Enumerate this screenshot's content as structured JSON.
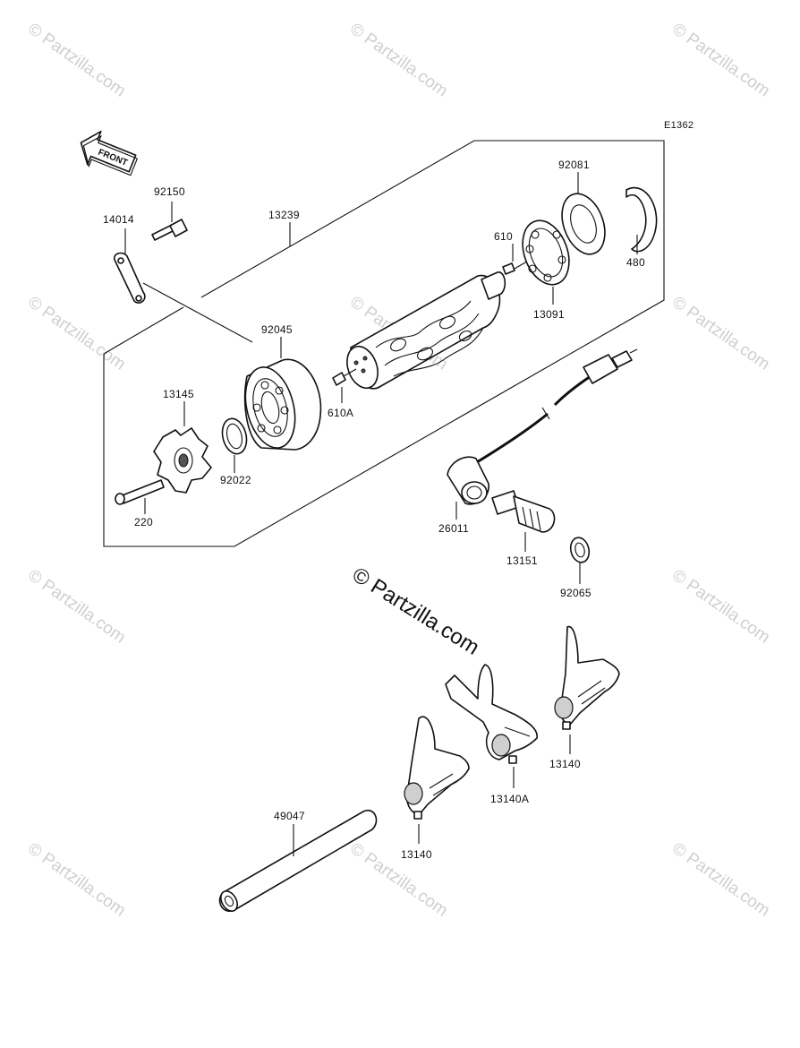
{
  "diagram_code": "E1362",
  "front_arrow_label": "FRONT",
  "watermark_small": "© Partzilla.com",
  "watermark_center": "© Partzilla.com",
  "callouts": {
    "p92150": "92150",
    "p14014": "14014",
    "p13239": "13239",
    "p92081": "92081",
    "p610": "610",
    "p480": "480",
    "p13091": "13091",
    "p92045": "92045",
    "p610A": "610A",
    "p13145": "13145",
    "p92022": "92022",
    "p220": "220",
    "p26011": "26011",
    "p13151": "13151",
    "p92065": "92065",
    "p13140_right": "13140",
    "p13140A": "13140A",
    "p49047": "49047",
    "p13140_left": "13140"
  }
}
